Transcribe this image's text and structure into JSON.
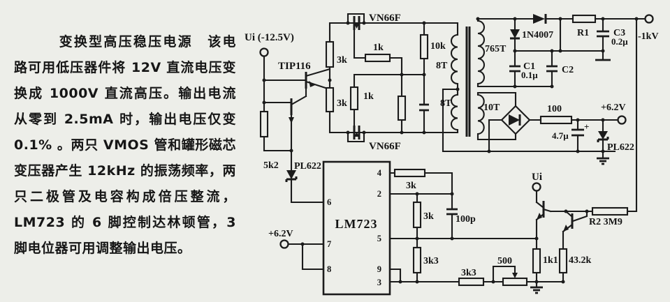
{
  "article": {
    "title": "变换型高压稳压电源",
    "body": "该电路可用低压器件将 12V 直流电压变换成 1000V 直流高压。输出电流从零到 2.5mA 时，输出电压仅变 0.1% 。两只 VMOS 管和罐形磁芯变压器产生 12kHz 的振荡频率，两只二极管及电容构成倍压整流，LM723 的 6 脚控制达林顿管，3 脚电位器可用调整输出电压。"
  },
  "schematic": {
    "input_terminal": "Ui (-12.5V)",
    "driver_transistor": "TIP116",
    "r_3k_a": "3k",
    "r_3k_b": "3k",
    "r_5k2": "5k2",
    "mosfet_top": "VN66F",
    "mosfet_bottom": "VN66F",
    "r_1k_a": "1k",
    "r_1k_b": "1k",
    "r_10k": "10k",
    "winding_8t_a": "8T",
    "winding_8t_b": "8T",
    "winding_765t": "765T",
    "winding_10t": "10T",
    "diode_1n4007": "1N4007",
    "c1": "C1",
    "c1_value": "0.1μ",
    "c2": "C2",
    "r1": "R1",
    "c3": "C3",
    "c3_value": "0.2μ",
    "hv_output": "-1kV",
    "r_100": "100",
    "lv_output": "+6.2V",
    "c_4u7": "4.7μ",
    "plus_sign": "+",
    "zener_right": "PL622",
    "zener_left": "PL622",
    "ic_name": "LM723",
    "pin4": "4",
    "pin2": "2",
    "pin5": "5",
    "pin9": "9",
    "pin3": "3",
    "pin6": "6",
    "pin7": "7",
    "pin8": "8",
    "rail_6v2": "+6.2V",
    "r_3k_c": "3k",
    "r_3k_d": "3k",
    "c_100p": "100p",
    "r_3k3_a": "3k3",
    "r_3k3_b": "3k3",
    "pot_500": "500",
    "r_1k1": "1k1",
    "r_43k2": "43.2k",
    "sense_terminal": "Ui",
    "r2": "R2 3M9"
  },
  "colors": {
    "paper": "#edeee9",
    "ink": "#1b1b1b"
  }
}
